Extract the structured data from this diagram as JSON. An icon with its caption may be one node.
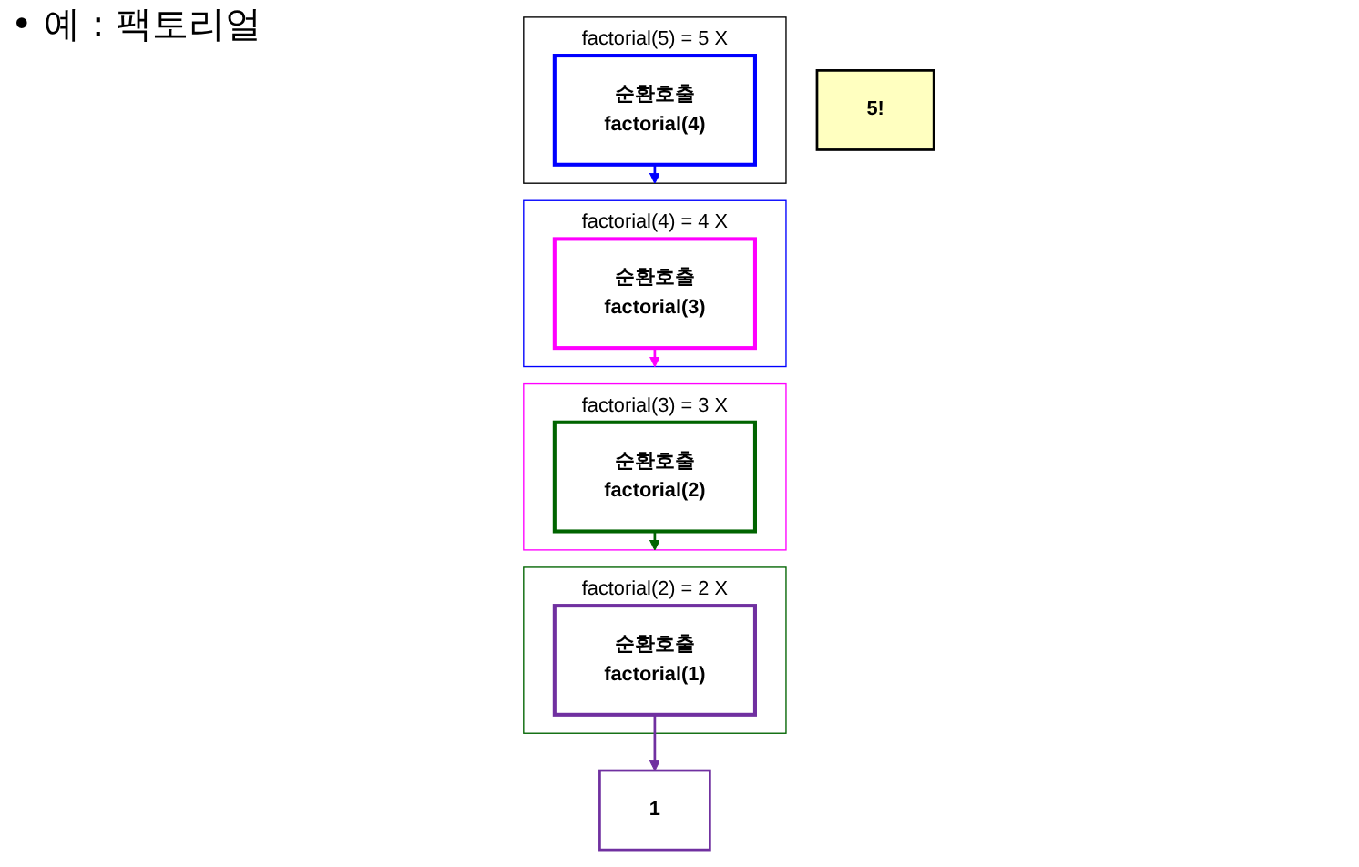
{
  "diagram": {
    "nodes": [
      {
        "text": [
          "5!"
        ]
      },
      {
        "text": [
          "factorial(5) = 5 X"
        ]
      },
      {
        "text": [
          "순환호출",
          "factorial(4)"
        ],
        "in": 1
      },
      {
        "text": [
          "factorial(4) = 4 X"
        ]
      },
      {
        "text": [
          "순환호출",
          "factorial(3)"
        ],
        "in": 3
      },
      {
        "text": [
          "factorial(3) = 3 X"
        ]
      },
      {
        "text": [
          "순환호출",
          "factorial(2)"
        ],
        "in": 5
      },
      {
        "text": [
          "factorial(2) = 2 X"
        ]
      },
      {
        "text": [
          "순환호출",
          "factorial(1)"
        ],
        "in": 7
      },
      {
        "text": [
          "1"
        ]
      }
    ],
    "edges": [
      {
        "from": 2,
        "to": 3,
        "arrow": "to",
        "color": "#0000ff"
      },
      {
        "from": 4,
        "to": 5,
        "arrow": "to",
        "color": "#ff00ff"
      },
      {
        "from": 6,
        "to": 7,
        "arrow": "to",
        "color": "#006400"
      },
      {
        "from": 8,
        "to": 9,
        "arrow": "to",
        "color": "#7030a0"
      }
    ],
    "labels": [
      "• 예 : 팩토리얼"
    ]
  }
}
